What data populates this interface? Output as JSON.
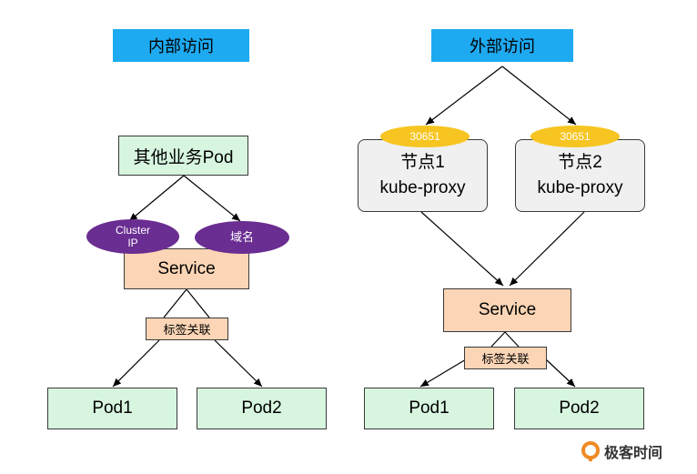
{
  "left": {
    "title": "内部访问",
    "other_pods": "其他业务Pod",
    "cluster_ip": "Cluster\nIP",
    "domain": "域名",
    "service": "Service",
    "label_link": "标签关联",
    "pod1": "Pod1",
    "pod2": "Pod2"
  },
  "right": {
    "title": "外部访问",
    "port1": "30651",
    "port2": "30651",
    "node1_name": "节点1",
    "node1_proxy": "kube-proxy",
    "node2_name": "节点2",
    "node2_proxy": "kube-proxy",
    "service": "Service",
    "label_link": "标签关联",
    "pod1": "Pod1",
    "pod2": "Pod2"
  },
  "logo": {
    "text": "极客时间"
  },
  "colors": {
    "title_bg": "#1EAAF1",
    "pod_bg": "#D7F5DF",
    "service_bg": "#FBD5B5",
    "node_bg": "#F0F0F0",
    "ellipse_purple": "#6A2D91",
    "ellipse_yellow": "#F7C521",
    "logo_accent": "#F08A24"
  }
}
